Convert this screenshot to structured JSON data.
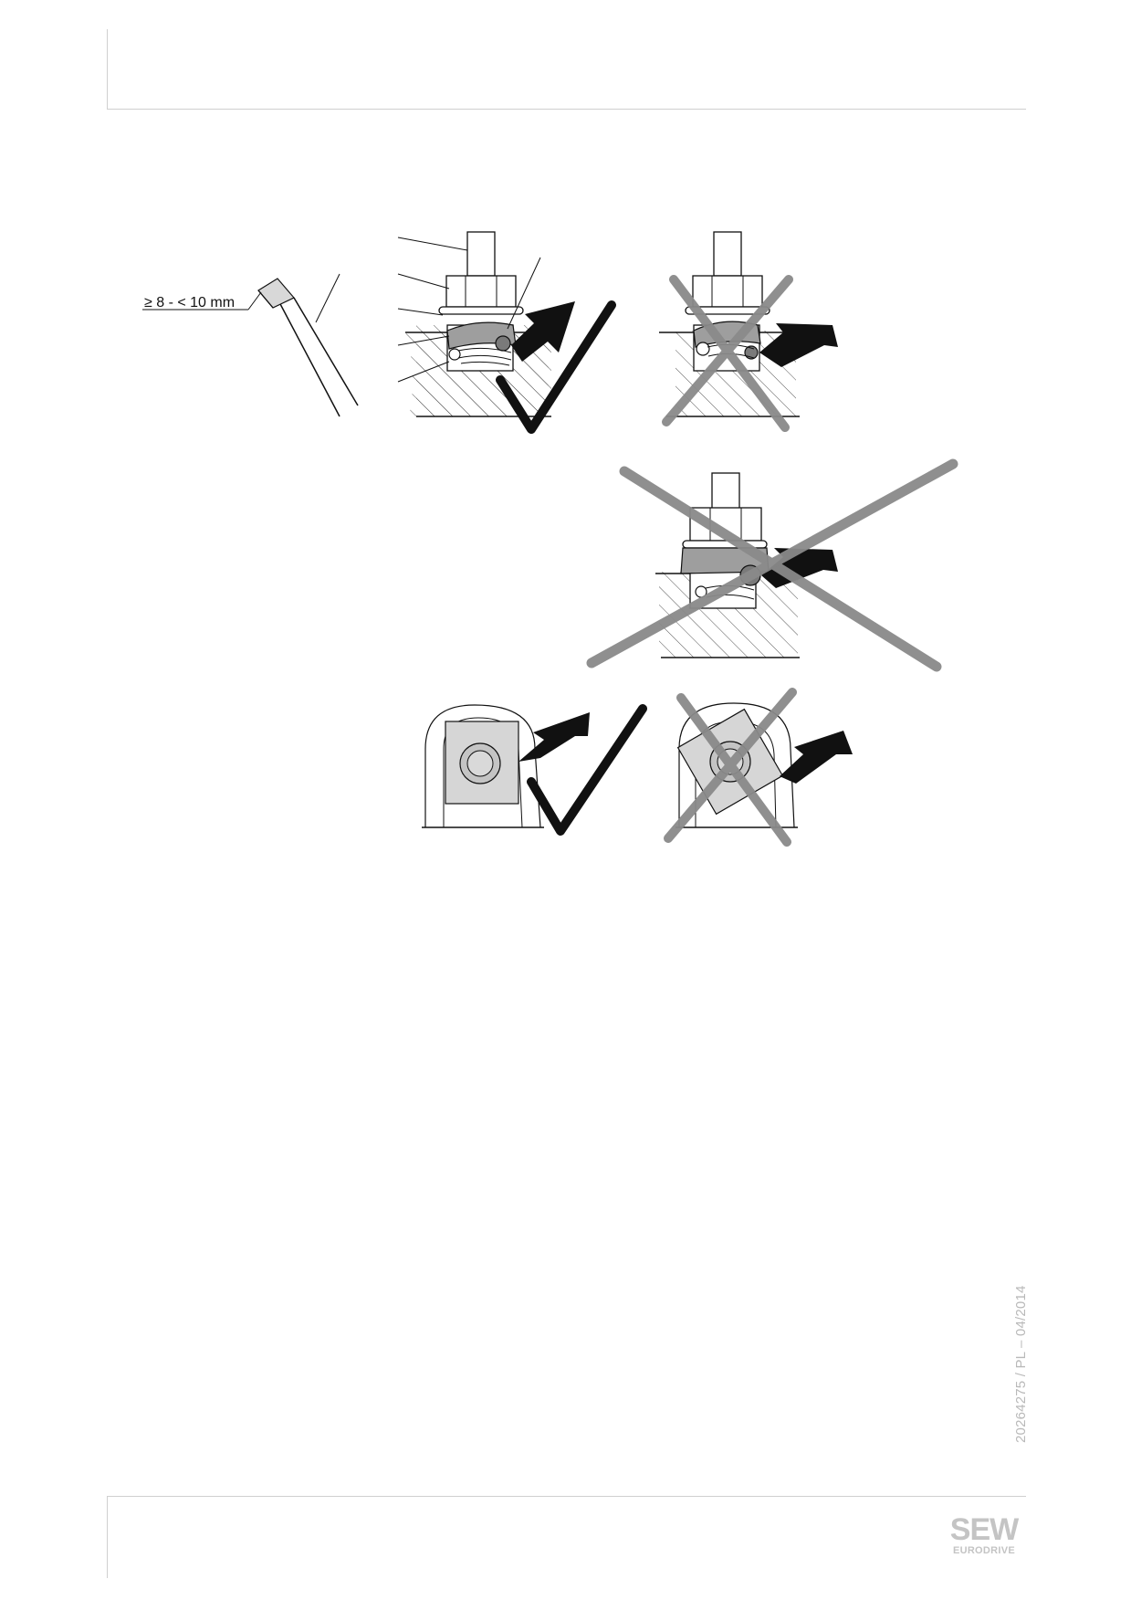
{
  "figure": {
    "dimension_label": "≥ 8 - < 10 mm",
    "panels": [
      {
        "id": "correct-clamp",
        "status": "correct"
      },
      {
        "id": "wrong-clamp-position",
        "status": "wrong"
      },
      {
        "id": "wrong-clamp-raised",
        "status": "wrong"
      },
      {
        "id": "correct-nut-alignment",
        "status": "correct"
      },
      {
        "id": "wrong-nut-rotated",
        "status": "wrong"
      }
    ]
  },
  "footer": {
    "doc_code": "20264275 / PL – 04/2014",
    "brand_line1": "SEW",
    "brand_line2": "EURODRIVE"
  }
}
